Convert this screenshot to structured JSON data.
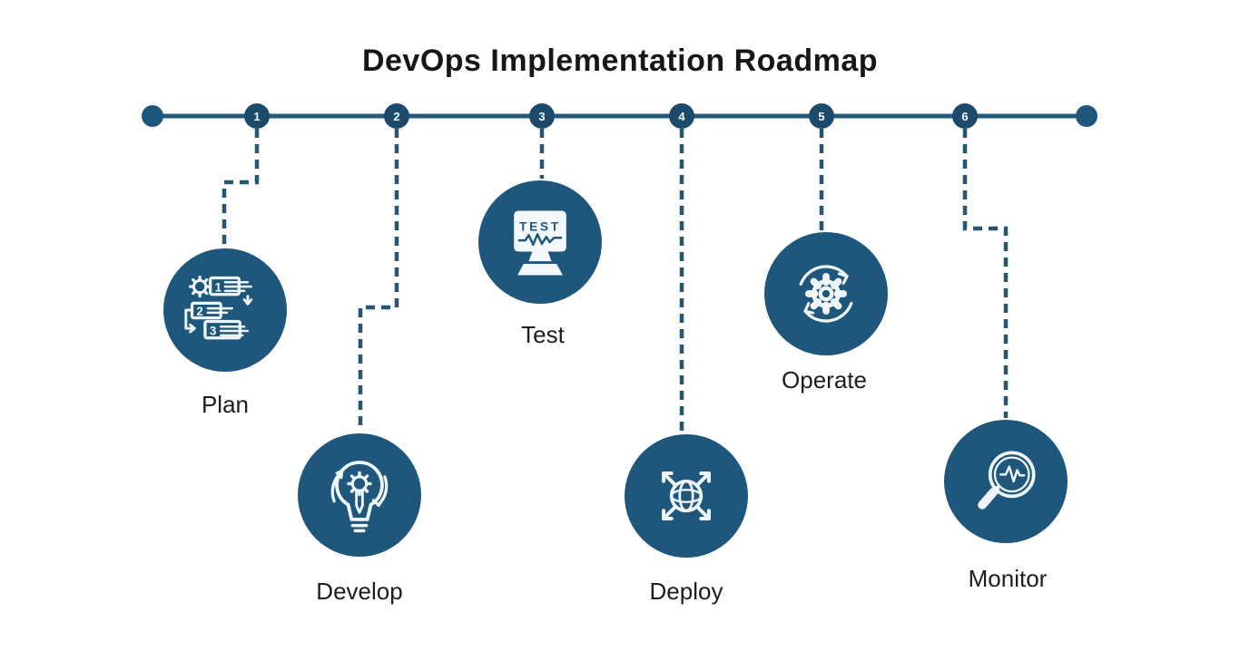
{
  "title": "DevOps Implementation Roadmap",
  "colors": {
    "stage_circle": "#1f577c",
    "timeline_node": "#1d4a6b",
    "timeline_line": "#26587b",
    "connector_dash": "#275671",
    "icon_stroke": "#eef6fa",
    "text": "#1b1d1f",
    "background": "#ffffff"
  },
  "timeline": {
    "node_count": 6,
    "direction": "left-to-right"
  },
  "stages": [
    {
      "number": "1",
      "label": "Plan",
      "icon": "plan-checklist-gear-icon",
      "icon_numbers": [
        "1",
        "2",
        "3"
      ]
    },
    {
      "number": "2",
      "label": "Develop",
      "icon": "lightbulb-gear-pencil-icon"
    },
    {
      "number": "3",
      "label": "Test",
      "icon": "monitor-test-waveform-icon",
      "icon_text": "TEST"
    },
    {
      "number": "4",
      "label": "Deploy",
      "icon": "globe-expand-arrows-icon"
    },
    {
      "number": "5",
      "label": "Operate",
      "icon": "gear-cycle-arrows-icon"
    },
    {
      "number": "6",
      "label": "Monitor",
      "icon": "magnifier-pulse-icon"
    }
  ]
}
